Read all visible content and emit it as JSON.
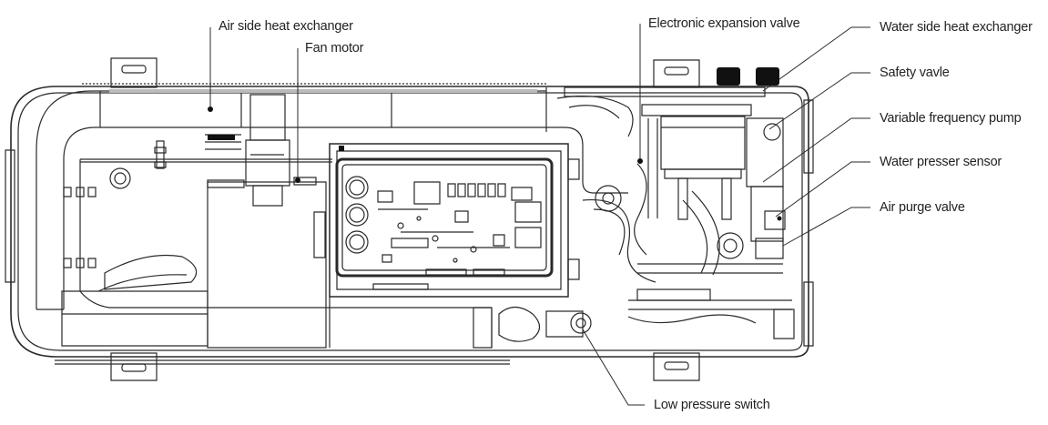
{
  "labels": {
    "air_side_heat_exchanger": "Air side heat exchanger",
    "fan_motor": "Fan motor",
    "electronic_expansion_valve": "Electronic expansion valve",
    "water_side_heat_exchanger": "Water side heat exchanger",
    "safety_valve": "Safety vavle",
    "variable_frequency_pump": "Variable frequency pump",
    "water_pressure_sensor": "Water presser sensor",
    "air_purge_valve": "Air purge valve",
    "low_pressure_switch": "Low pressure switch"
  },
  "colors": {
    "line": "#2a2a2a",
    "background": "#ffffff",
    "knob": "#111111"
  }
}
